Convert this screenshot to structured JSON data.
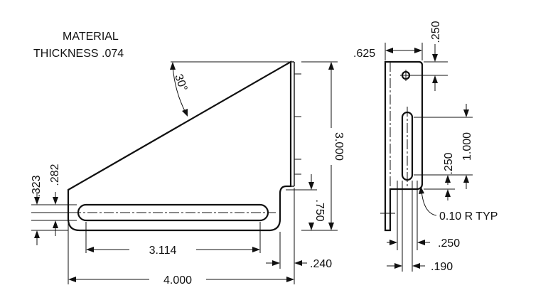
{
  "notes": {
    "material_line1": "MATERIAL",
    "material_line2": "THICKNESS .074"
  },
  "dimensions": {
    "angle": "30°",
    "height_total": "3.000",
    "slot_length": "3.114",
    "overall_width": "4.000",
    "flange_gap": ".240",
    "slot_outer": ".323",
    "slot_inner": ".282",
    "slot_height_from_base": ".750",
    "flange_width": ".625",
    "hole_offset": ".250",
    "side_slot_length": "1.000",
    "side_slot_offset": ".250",
    "bend_radius": "0.10 R TYP",
    "side_slot_width_outer": ".250",
    "side_slot_width_inner": ".190"
  }
}
